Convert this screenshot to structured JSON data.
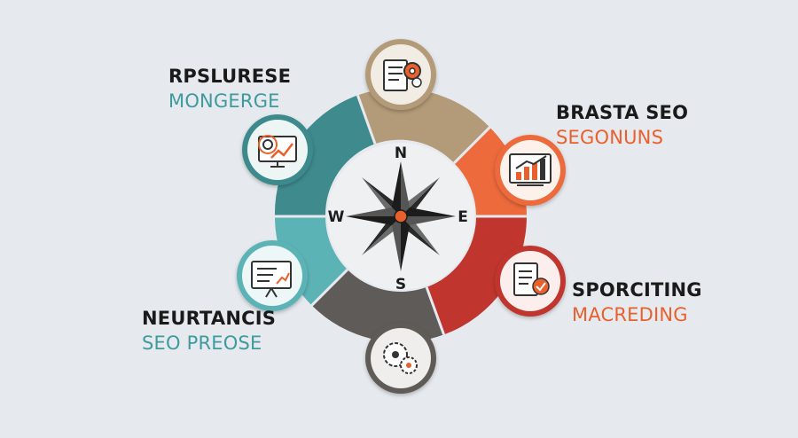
{
  "colors": {
    "background": "#e6eaee",
    "teal_dark": "#3e8a8d",
    "teal_light": "#5cb3b6",
    "tan": "#b39a78",
    "orange": "#ec6a3b",
    "red": "#c0362e",
    "gray": "#5e5b58",
    "accent_orange": "#e9602d"
  },
  "compass": {
    "north": "N",
    "south": "S",
    "east": "E",
    "west": "W"
  },
  "labels": {
    "top_left": {
      "line1": "RPSLURESE",
      "line2": "MONGERGE",
      "color": "#3e9a9c"
    },
    "top_right": {
      "line1": "BRASTA SEO",
      "line2": "SEGONUNS",
      "color": "#e9602d"
    },
    "bottom_right": {
      "line1": "SPORCITING",
      "line2": "MACREDING",
      "color": "#e9602d"
    },
    "bottom_left": {
      "line1": "NEURTANCIS",
      "line2": "SEO PREOSE",
      "color": "#3e9a9c"
    }
  },
  "icons": {
    "top": "checklist-gear-icon",
    "upper_left": "target-chart-icon",
    "lower_left": "presentation-board-icon",
    "bottom": "gears-icon",
    "upper_right": "growth-chart-icon",
    "lower_right": "document-check-icon"
  }
}
